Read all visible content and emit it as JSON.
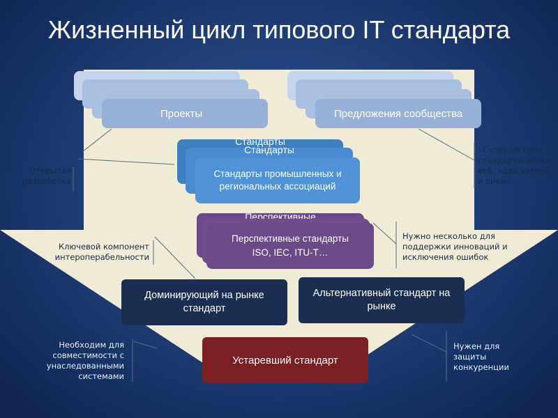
{
  "title": "Жизненный цикл типового IT стандарта",
  "top_left_card": "Проекты",
  "top_right_card": "Предложения сообщества",
  "standards_stack": {
    "back_label_1": "Стандарты",
    "back_label_2": "Стандарты",
    "front_label": "Стандарты промышленных и региональных ассоциаций"
  },
  "perspective_stack": {
    "back_label": "Перспективные",
    "front_label_line1": "Перспективные стандарты",
    "front_label_line2": "ISO, IEC, ITU-T…"
  },
  "dominant_box": "Доминирующий на рынке стандарт",
  "alternative_box": "Альтернативный стандарт на рынке",
  "obsolete_box": "Устаревший стандарт",
  "notes": {
    "open_dev": "Открытая разработка",
    "superlight": "«Суперлегкие» стандарты эпохи веб: «два автора и вики»",
    "key_component": "Ключевой компонент интероперабельности",
    "innovation": "Нужно несколько для поддержки инноваций и исключения ошибок",
    "legacy": "Необходим для совместимости с унаследованными системами",
    "competition": "Нужен для защиты конкуренции"
  },
  "colors": {
    "background": "#1f3f78",
    "funnel": "#efebd6",
    "standards_blue": "#4a8ad0",
    "purple": "#6a4a88",
    "dark_box": "#1b2e52",
    "obsolete_red": "#7a1f22"
  }
}
